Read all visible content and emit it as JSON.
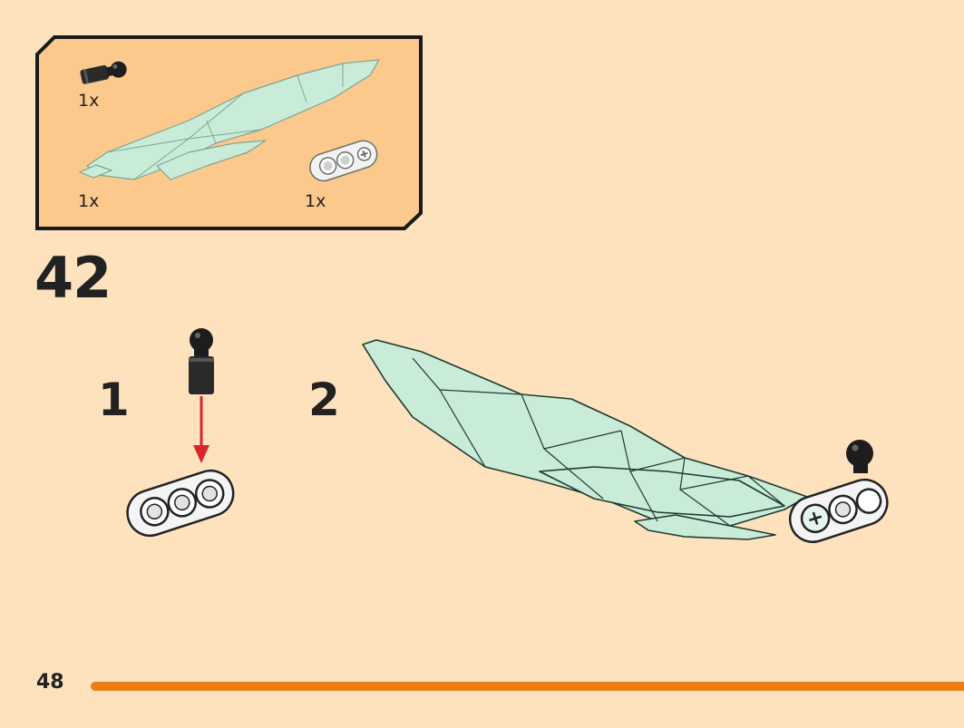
{
  "parts_callout": {
    "pin_qty": "1x",
    "wing_qty": "1x",
    "liftarm_qty": "1x"
  },
  "step": {
    "number": "42"
  },
  "substeps": {
    "first": "1",
    "second": "2"
  },
  "page": {
    "number": "48"
  },
  "colors": {
    "background": "#fde2bd",
    "callout_fill": "#fcc98d",
    "accent_bar": "#ec7d12",
    "wing_color": "#c9ecd9",
    "arrow": "#d9262b"
  }
}
